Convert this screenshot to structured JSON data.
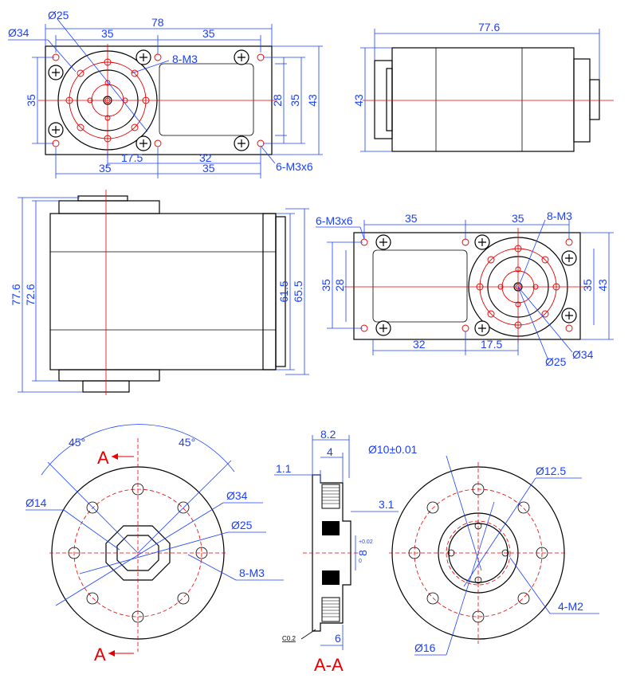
{
  "top_view": {
    "overall_width": "78",
    "half_width_left": "35",
    "half_width_right": "35",
    "flange_dia": "Ø34",
    "pitch_dia": "Ø25",
    "flange_holes": "8-M3",
    "height_outer": "43",
    "height_mid": "35",
    "height_inner": "28",
    "height_left": "35",
    "offset_center": "17.5",
    "inner_span": "32",
    "bottom_left": "35",
    "bottom_right": "35",
    "mount_holes": "6-M3x6"
  },
  "side_top": {
    "length": "77.6",
    "height": "43"
  },
  "side_left": {
    "overall_length": "77.6",
    "body_length": "72.6",
    "dim_a": "61.5",
    "dim_b": "65.5"
  },
  "bottom_view": {
    "mount_holes": "6-M3x6",
    "half_left": "35",
    "half_right": "35",
    "flange_holes": "8-M3",
    "height_left_outer": "35",
    "height_left_inner": "28",
    "height_right_inner": "35",
    "height_right_outer": "43",
    "inner_span": "32",
    "offset_center": "17.5",
    "flange_dia": "Ø34",
    "pitch_dia": "Ø25"
  },
  "horn_front": {
    "angle_left": "45°",
    "angle_right": "45°",
    "section_label": "A",
    "hub_dia": "Ø14",
    "outer_dia": "Ø34",
    "pitch_dia": "Ø25",
    "holes": "8-M3"
  },
  "horn_section": {
    "total_thickness": "8.2",
    "hub_thickness": "4",
    "flange_thickness": "1.1",
    "recess_depth": "3.1",
    "bore_dia": "8",
    "bore_tol_upper": "+0.02",
    "bore_tol_lower": "0",
    "spline_len": "6",
    "chamfer": "C0.2",
    "section_title": "A-A"
  },
  "horn_back": {
    "bore_dia": "Ø10±0.01",
    "ring_dia": "Ø12.5",
    "holes": "4-M2",
    "pcd": "Ø16"
  },
  "colors": {
    "dimension": "#1a3fff",
    "centerline": "#e60000",
    "outline": "#000000"
  }
}
